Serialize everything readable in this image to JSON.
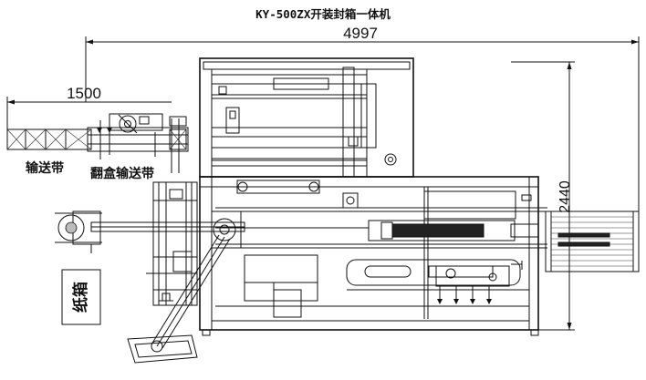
{
  "drawing": {
    "title": "KY-500ZX开装封箱一体机",
    "dimensions": {
      "overall_length": "4997",
      "infeed_conveyor_length": "1500",
      "overall_height": "2440"
    },
    "labels": {
      "conveyor": "输送带",
      "flip_box_conveyor": "翻盒输送带",
      "carton": "纸箱"
    }
  }
}
